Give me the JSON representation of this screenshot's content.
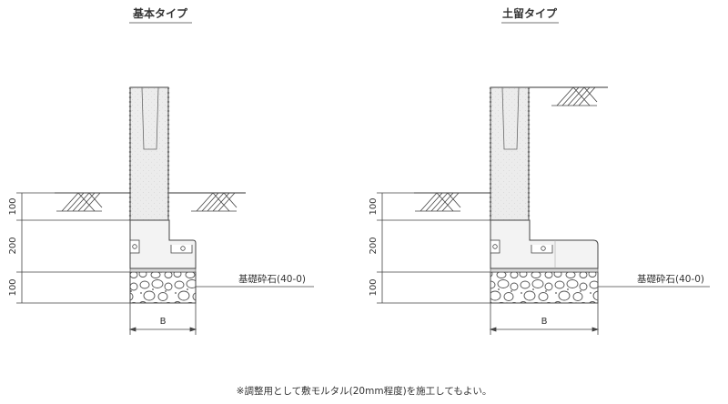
{
  "titles": {
    "basic": "基本タイプ",
    "retaining": "土留タイプ"
  },
  "dimensions": {
    "top": "100",
    "middle": "200",
    "bottom": "100",
    "width": "B"
  },
  "labels": {
    "gravel": "基礎砕石(40-0)"
  },
  "note": "※調整用として敷モルタル(20mm程度)を施工してもよい。",
  "colors": {
    "line": "#444444",
    "concrete": "#f3f3f3",
    "pole": "#ececec"
  }
}
